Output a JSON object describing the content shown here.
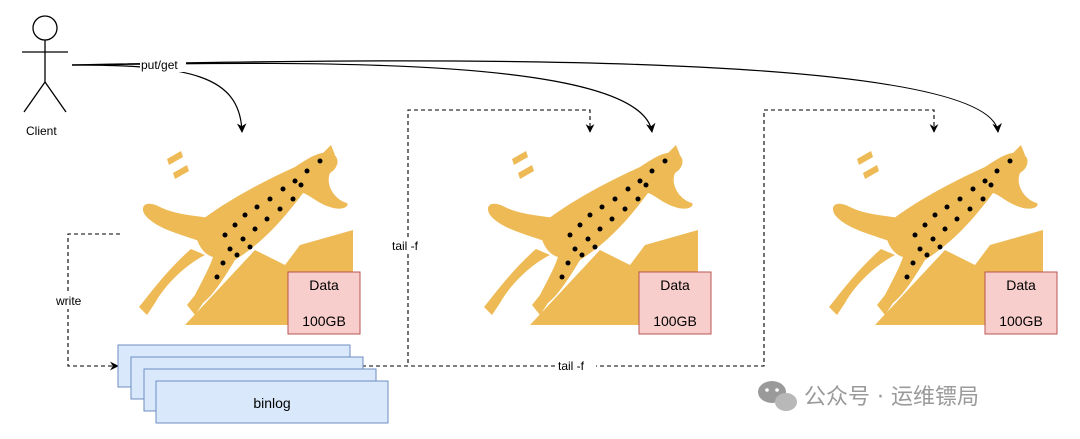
{
  "client": {
    "label": "Client"
  },
  "edges": {
    "putget": "put/get",
    "write": "write",
    "tail_left": "tail -f",
    "tail_bottom": "tail -f"
  },
  "nodes": [
    {
      "data_label": "Data",
      "size": "100GB"
    },
    {
      "data_label": "Data",
      "size": "100GB"
    },
    {
      "data_label": "Data",
      "size": "100GB"
    }
  ],
  "binlog": {
    "label": "binlog"
  },
  "watermark": {
    "text": "公众号 · 运维镖局"
  },
  "colors": {
    "leopard": "#EDBA56",
    "data_box_fill": "#F8CECC",
    "data_box_stroke": "#B85450",
    "binlog_fill": "#DAE8FC",
    "binlog_stroke": "#6C8EBF"
  }
}
